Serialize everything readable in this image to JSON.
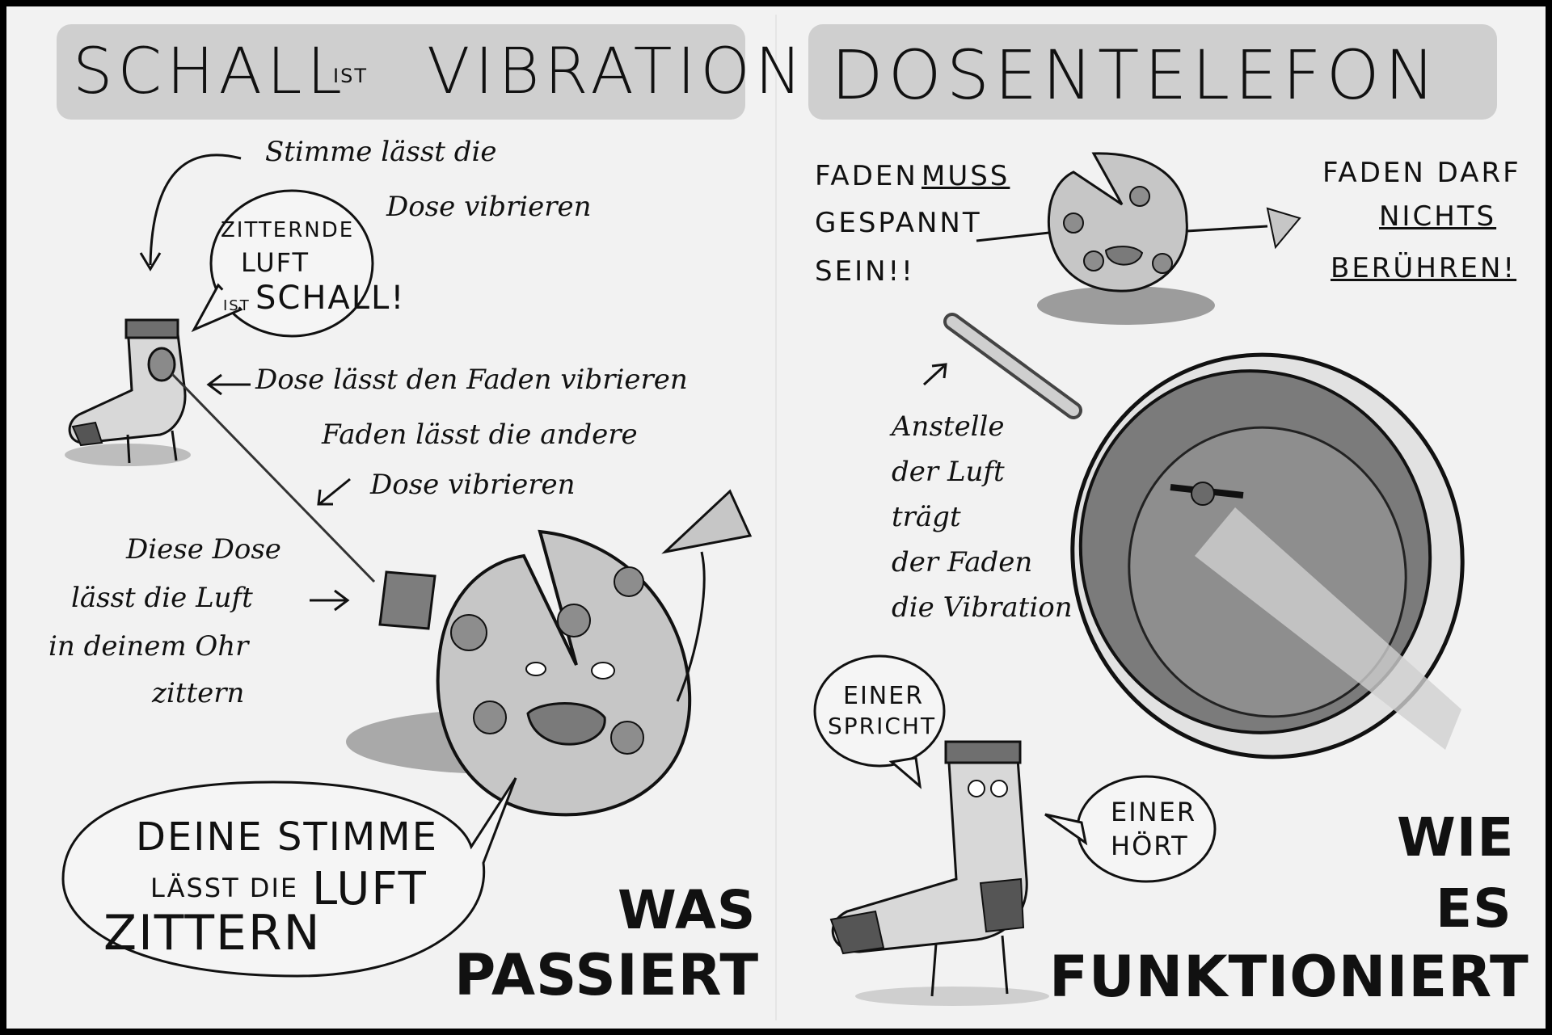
{
  "left": {
    "title_part1": "SCHALL",
    "title_part2": "IST",
    "title_part3": "VIBRATION",
    "note_voice_line1": "Stimme lässt die",
    "note_voice_line2": "Dose vibrieren",
    "bubble_line1": "ZITTERNDE",
    "bubble_line2": "LUFT",
    "bubble_line3_small": "IST",
    "bubble_line3": "SCHALL!",
    "note_can_thread": "Dose lässt den Faden vibrieren",
    "note_thread_line1": "Faden lässt die andere",
    "note_thread_line2": "Dose vibrieren",
    "note_ear_line1": "Diese Dose",
    "note_ear_line2": "lässt die Luft",
    "note_ear_line3": "in deinem Ohr",
    "note_ear_line4": "zittern",
    "big_bubble_line1": "DEINE STIMME",
    "big_bubble_line2": "LÄSST DIE",
    "big_bubble_word_air": "LUFT",
    "big_bubble_word_tremble": "ZITTERN",
    "corner_line1": "WAS",
    "corner_line2": "PASSIERT"
  },
  "right": {
    "title": "DOSENTELEFON",
    "rule1_line1": "FADEN",
    "rule1_emph": "MUSS",
    "rule1_line2": "GESPANNT",
    "rule1_line3": "SEIN!!",
    "rule2_line1": "FADEN DARF",
    "rule2_emph": "NICHTS",
    "rule2_line3": "BERÜHREN!",
    "note_line1": "Anstelle",
    "note_line2": "der Luft",
    "note_line3": "trägt",
    "note_line4": "der Faden",
    "note_line5": "die Vibration",
    "speaker_bubble_line1": "EINER",
    "speaker_bubble_line2": "SPRICHT",
    "listener_bubble_line1": "EINER",
    "listener_bubble_line2": "HÖRT",
    "corner_line1": "WIE",
    "corner_line2": "ES",
    "corner_line3": "FUNKTIONIERT"
  }
}
